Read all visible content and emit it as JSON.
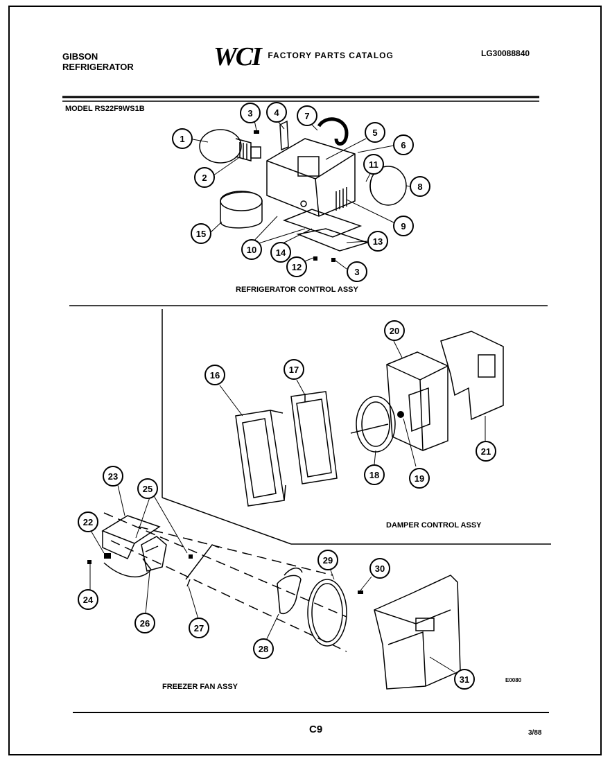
{
  "header": {
    "brand_line1": "GIBSON",
    "brand_line2": "REFRIGERATOR",
    "logo_text": "WCI",
    "catalog_title": "FACTORY PARTS CATALOG",
    "catalog_code": "LG30088840"
  },
  "model": "MODEL RS22F9WS1B",
  "sections": {
    "refrigerator_control": "REFRIGERATOR CONTROL ASSY",
    "damper_control": "DAMPER CONTROL ASSY",
    "freezer_fan": "FREEZER FAN ASSY"
  },
  "callouts": [
    "1",
    "2",
    "3",
    "4",
    "7",
    "5",
    "6",
    "11",
    "8",
    "9",
    "15",
    "10",
    "14",
    "13",
    "12",
    "3",
    "16",
    "17",
    "20",
    "21",
    "18",
    "19",
    "23",
    "25",
    "22",
    "24",
    "26",
    "27",
    "28",
    "29",
    "30",
    "31"
  ],
  "footer": {
    "page": "C9",
    "date": "3/88",
    "ref": "E0080"
  }
}
